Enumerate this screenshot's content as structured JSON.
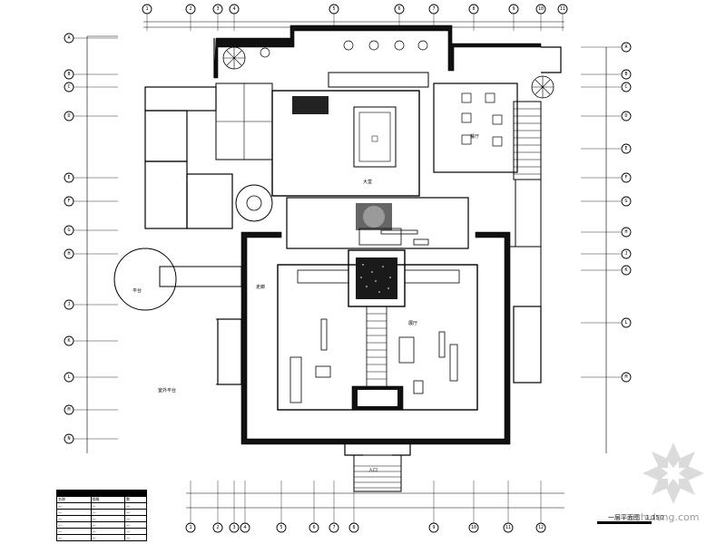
{
  "drawing": {
    "title": "一层平面图",
    "scale_note": "1:150",
    "labels": {
      "lobby": "大堂",
      "restaurant": "餐厅",
      "exhibition": "展厅",
      "corridor": "走廊",
      "entrance": "入口",
      "platform": "平台",
      "outdoor_area": "室外平台"
    }
  },
  "grid_top": [
    "1",
    "2",
    "3",
    "4",
    "5",
    "6",
    "7",
    "8",
    "9",
    "10",
    "11"
  ],
  "grid_bottom": [
    "1",
    "2",
    "3",
    "4",
    "5",
    "6",
    "7",
    "8",
    "9",
    "10",
    "11",
    "12"
  ],
  "grid_left": [
    "A",
    "B",
    "C",
    "D",
    "E",
    "F",
    "G",
    "H",
    "J",
    "K",
    "L",
    "M",
    "N"
  ],
  "grid_right": [
    "A",
    "B",
    "C",
    "D",
    "E",
    "F",
    "G",
    "H",
    "J",
    "K",
    "L",
    "M"
  ],
  "legend": {
    "rows": [
      [
        "名称",
        "规格",
        "数"
      ],
      [
        "—",
        "—",
        "—"
      ],
      [
        "—",
        "—",
        "—"
      ],
      [
        "—",
        "—",
        "—"
      ],
      [
        "—",
        "—",
        "—"
      ],
      [
        "—",
        "—",
        "—"
      ],
      [
        "—",
        "—",
        "—"
      ]
    ]
  },
  "watermark": {
    "text": "zhulong.com"
  }
}
